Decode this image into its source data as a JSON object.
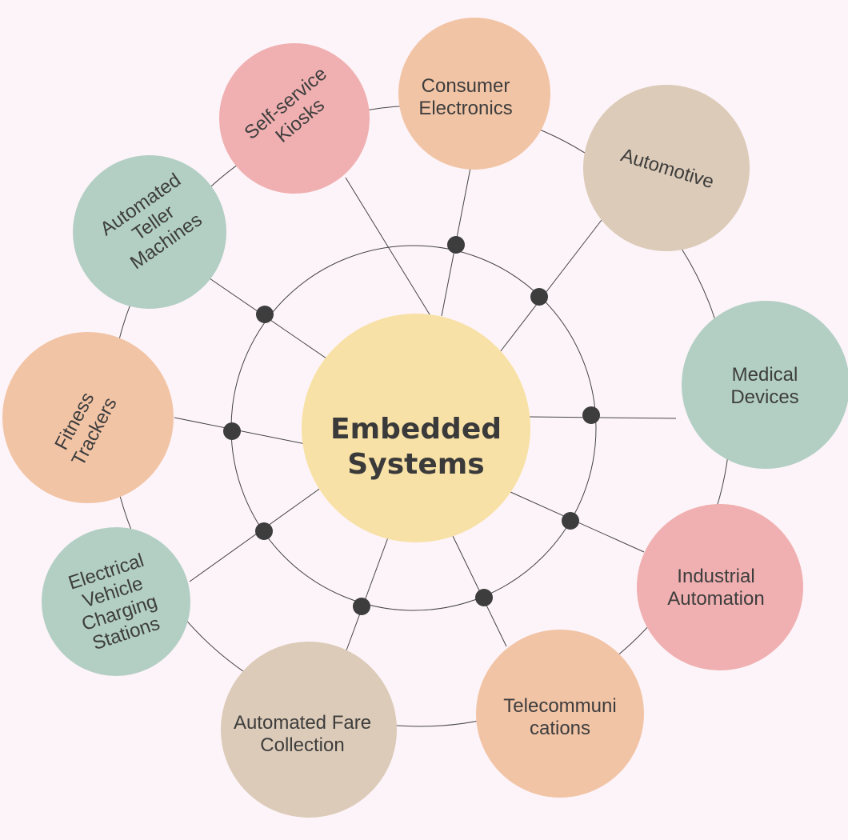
{
  "center": {
    "line1": "Embedded",
    "line2": "Systems"
  },
  "nodes": {
    "consumer": {
      "l1": "Consumer",
      "l2": "Electronics"
    },
    "kiosks": {
      "l1": "Self-service",
      "l2": "Kiosks"
    },
    "automotive": {
      "l1": "Automotive"
    },
    "atm": {
      "l1": "Automated",
      "l2": "Teller",
      "l3": "Machines"
    },
    "medical": {
      "l1": "Medical",
      "l2": "Devices"
    },
    "fitness": {
      "l1": "Fitness",
      "l2": "Trackers"
    },
    "industrial": {
      "l1": "Industrial",
      "l2": "Automation"
    },
    "ev": {
      "l1": "Electrical",
      "l2": "Vehicle",
      "l3": "Charging",
      "l4": "Stations"
    },
    "telecom": {
      "l1": "Telecommuni",
      "l2": "cations"
    },
    "fare": {
      "l1": "Automated Fare",
      "l2": "Collection"
    }
  },
  "colors": {
    "background": "#fdf4f9",
    "center": "#f8e1a6",
    "peach": "#f2c4a6",
    "pink": "#f0b0b1",
    "green": "#b3cfc4",
    "tan": "#dccbb8",
    "dot": "#3d3d3d"
  }
}
